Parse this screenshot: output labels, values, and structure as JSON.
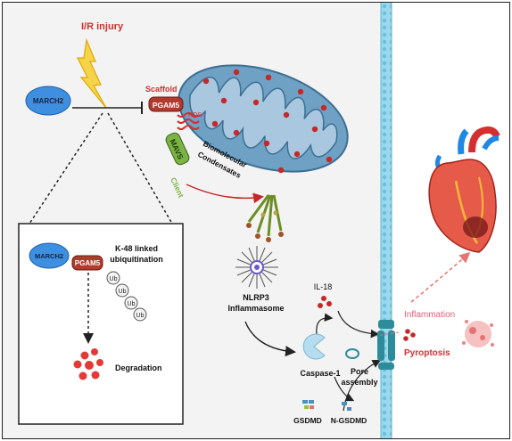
{
  "labels": {
    "ir_injury": "I/R injury",
    "march2_main": "MARCH2",
    "scaffold": "Scaffold",
    "pgam5_main": "PGAM5",
    "mavs": "MAVS",
    "client": "Client",
    "ros": "ROS",
    "biomolecular_1": "Biomolecular",
    "biomolecular_2": "Condensates",
    "march2_inset": "MARCH2",
    "pgam5_inset": "PGAM5",
    "k48_1": "K-48 linked",
    "k48_2": "ubiquitination",
    "ub": "Ub",
    "degradation": "Degradation",
    "nlrp3_1": "NLRP3",
    "nlrp3_2": "Inflammasome",
    "il18": "IL-18",
    "caspase1": "Caspase-1",
    "pore_1": "Pore",
    "pore_2": "assembly",
    "gsdmd": "GSDMD",
    "n_gsdmd": "N-GSDMD",
    "inflammation": "Inflammation",
    "pyroptosis": "Pyroptosis"
  },
  "colors": {
    "red_text": "#d32f2f",
    "pink_text": "#e0607a",
    "blue_oval": "#3e8fe0",
    "pgam5_red": "#b03a2e",
    "mavs_green": "#7cb342",
    "mito_outer": "#6fa1c4",
    "mito_inner": "#a9c8df",
    "membrane_blue": "#8fd3ea",
    "left_panel": "#f3f3f3"
  }
}
